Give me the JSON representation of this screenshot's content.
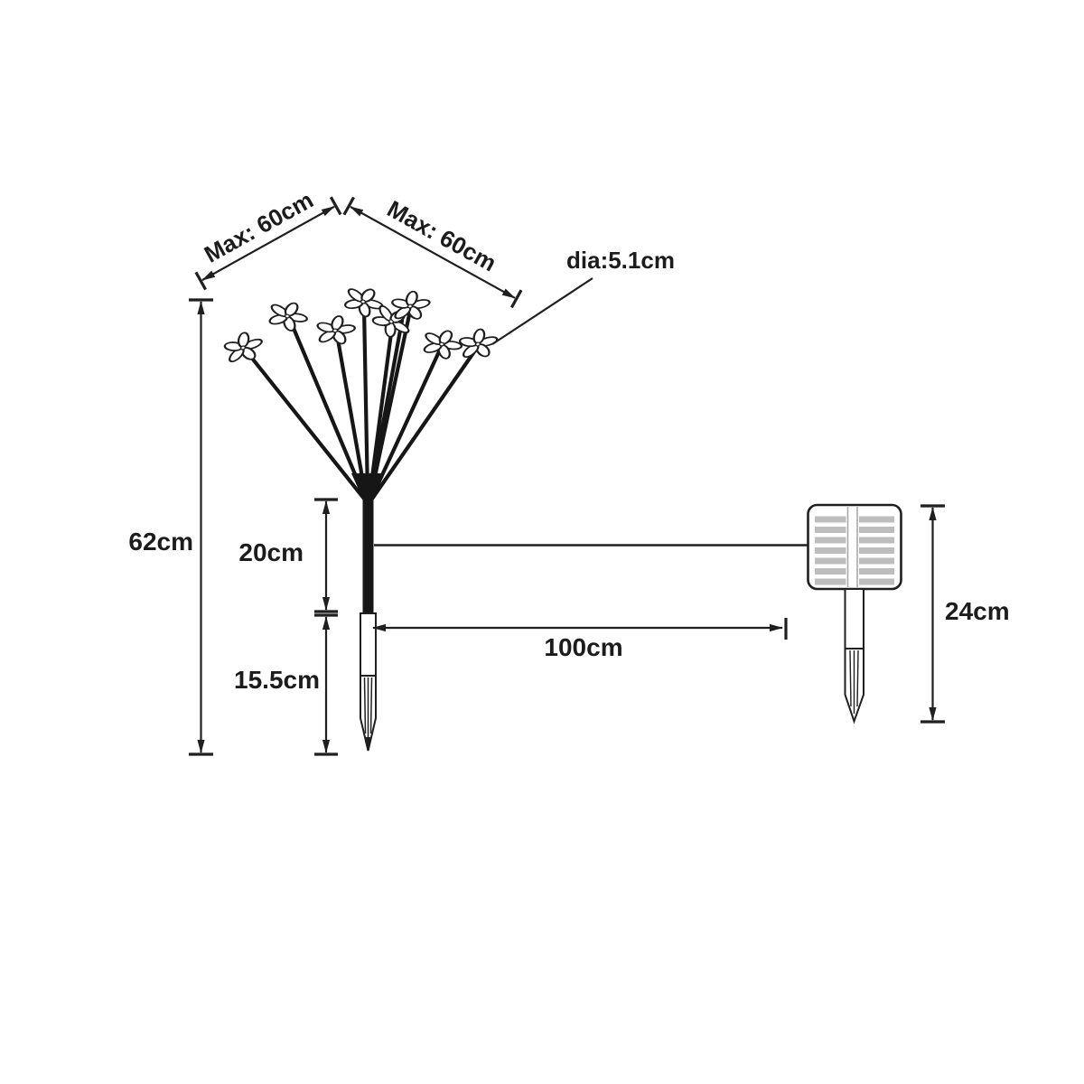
{
  "diagram": {
    "title_hint": "solar flower light dimension diagram",
    "colors": {
      "line": "#1f1f1f",
      "background": "#ffffff",
      "solar_cell_stripe": "#bdbdbd",
      "solar_cell_divider": "#a9a9a9"
    },
    "labels": {
      "max_spread_left": "Max:  60cm",
      "max_spread_right": "Max:  60cm",
      "flower_diameter": "dia:5.1cm",
      "total_height": "62cm",
      "stem_height": "20cm",
      "stake_height": "15.5cm",
      "cable_length": "100cm",
      "panel_height": "24cm"
    },
    "flower_count": 8
  }
}
